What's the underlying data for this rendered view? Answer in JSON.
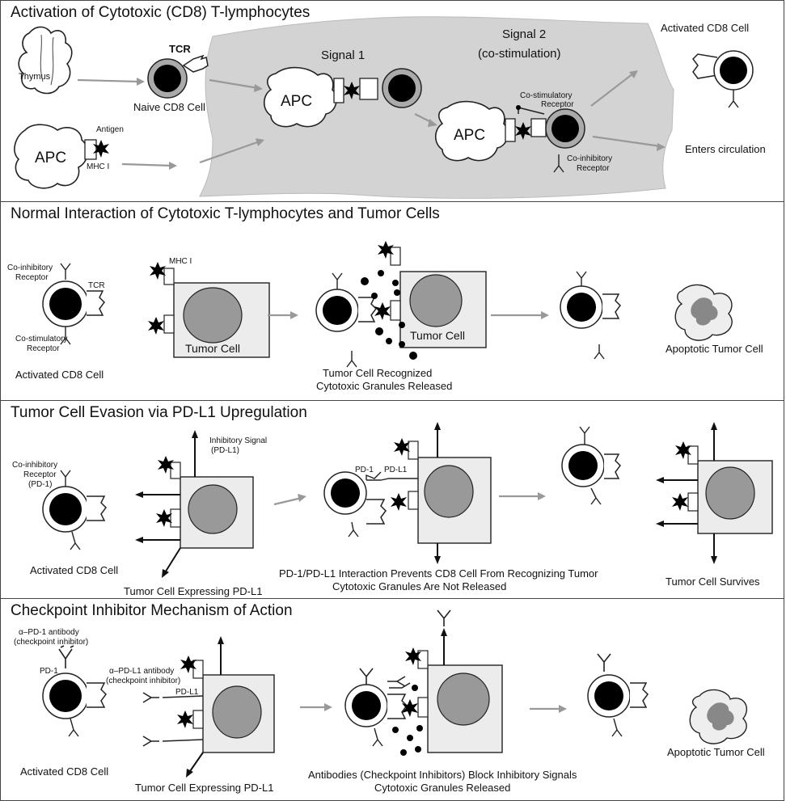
{
  "panels": [
    {
      "title": "Activation of Cytotoxic (CD8) T-lymphocytes",
      "labels": {
        "thymus": "Thymus",
        "tcr": "TCR",
        "naive": "Naive CD8 Cell",
        "apc": "APC",
        "antigen": "Antigen",
        "mhc": "MHC I",
        "signal1": "Signal 1",
        "signal2a": "Signal 2",
        "signal2b": "(co-stimulation)",
        "costim1": "Co-stimulatory",
        "costim2": "Receptor",
        "coinhib1": "Co-inhibitory",
        "coinhib2": "Receptor",
        "activated": "Activated CD8 Cell",
        "circulation": "Enters circulation"
      }
    },
    {
      "title": "Normal Interaction of Cytotoxic T-lymphocytes and Tumor Cells",
      "labels": {
        "coinhib1": "Co-inhibitory",
        "coinhib2": "Receptor",
        "tcr": "TCR",
        "costim1": "Co-stimulatory",
        "costim2": "Receptor",
        "activated": "Activated CD8 Cell",
        "mhc": "MHC I",
        "tumor": "Tumor Cell",
        "tumor2": "Tumor Cell",
        "recognized1": "Tumor Cell Recognized",
        "recognized2": "Cytotoxic Granules Released",
        "apoptotic": "Apoptotic Tumor Cell"
      }
    },
    {
      "title": "Tumor Cell Evasion via PD-L1 Upregulation",
      "labels": {
        "coinhib1": "Co-inhibitory",
        "coinhib2": "Receptor",
        "coinhib3": "(PD-1)",
        "inhib1": "Inhibitory Signal",
        "inhib2": "(PD-L1)",
        "activated": "Activated CD8 Cell",
        "expressing": "Tumor Cell Expressing PD-L1",
        "pd1": "PD-1",
        "pdl1": "PD-L1",
        "prevents1": "PD-1/PD-L1 Interaction Prevents CD8 Cell From Recognizing Tumor",
        "prevents2": "Cytotoxic Granules Are Not Released",
        "survives": "Tumor Cell Survives"
      }
    },
    {
      "title": "Checkpoint Inhibitor Mechanism of Action",
      "labels": {
        "apd1a": "α–PD-1 antibody",
        "apd1b": "(checkpoint inhibitor)",
        "pd1": "PD-1",
        "apdl1a": "α–PD-L1 antibody",
        "apdl1b": "(checkpoint inhibitor)",
        "pdl1": "PD-L1",
        "activated": "Activated CD8 Cell",
        "expressing": "Tumor Cell Expressing PD-L1",
        "block1": "Antibodies (Checkpoint Inhibitors) Block Inhibitory Signals",
        "block2": "Cytotoxic Granules Released",
        "apoptotic": "Apoptotic Tumor Cell"
      }
    }
  ],
  "colors": {
    "nucleus": "#000000",
    "tcell_ring": "#9a9a9a",
    "tumor_fill": "#ececec",
    "tumor_nucleus": "#999999",
    "arrow": "#999999",
    "gray_bg": "#d3d3d3"
  }
}
